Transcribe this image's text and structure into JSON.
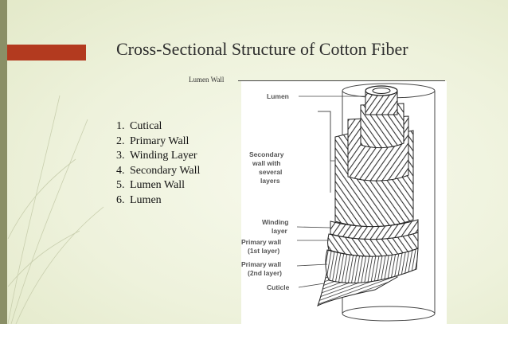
{
  "slide": {
    "title": "Cross-Sectional Structure of Cotton Fiber",
    "callout_label": "Lumen Wall",
    "list_items": [
      {
        "num": "1.",
        "text": "Cutical"
      },
      {
        "num": "2.",
        "text": "Primary Wall"
      },
      {
        "num": "3.",
        "text": "Winding Layer"
      },
      {
        "num": "4.",
        "text": "Secondary Wall"
      },
      {
        "num": "5.",
        "text": "Lumen Wall"
      },
      {
        "num": "6.",
        "text": "Lumen"
      }
    ]
  },
  "figure": {
    "labels": {
      "lumen": "Lumen",
      "secondary_1": "Secondary",
      "secondary_2": "wall with",
      "secondary_3": "several",
      "secondary_4": "layers",
      "winding_1": "Winding",
      "winding_2": "layer",
      "primary1_1": "Primary wall",
      "primary1_2": "(1st layer)",
      "primary2_1": "Primary wall",
      "primary2_2": "(2nd layer)",
      "cuticle": "Cuticle"
    }
  },
  "colors": {
    "accent_red": "#b33a1f",
    "strip": "#8a8f66",
    "background": "#eef2dc"
  }
}
